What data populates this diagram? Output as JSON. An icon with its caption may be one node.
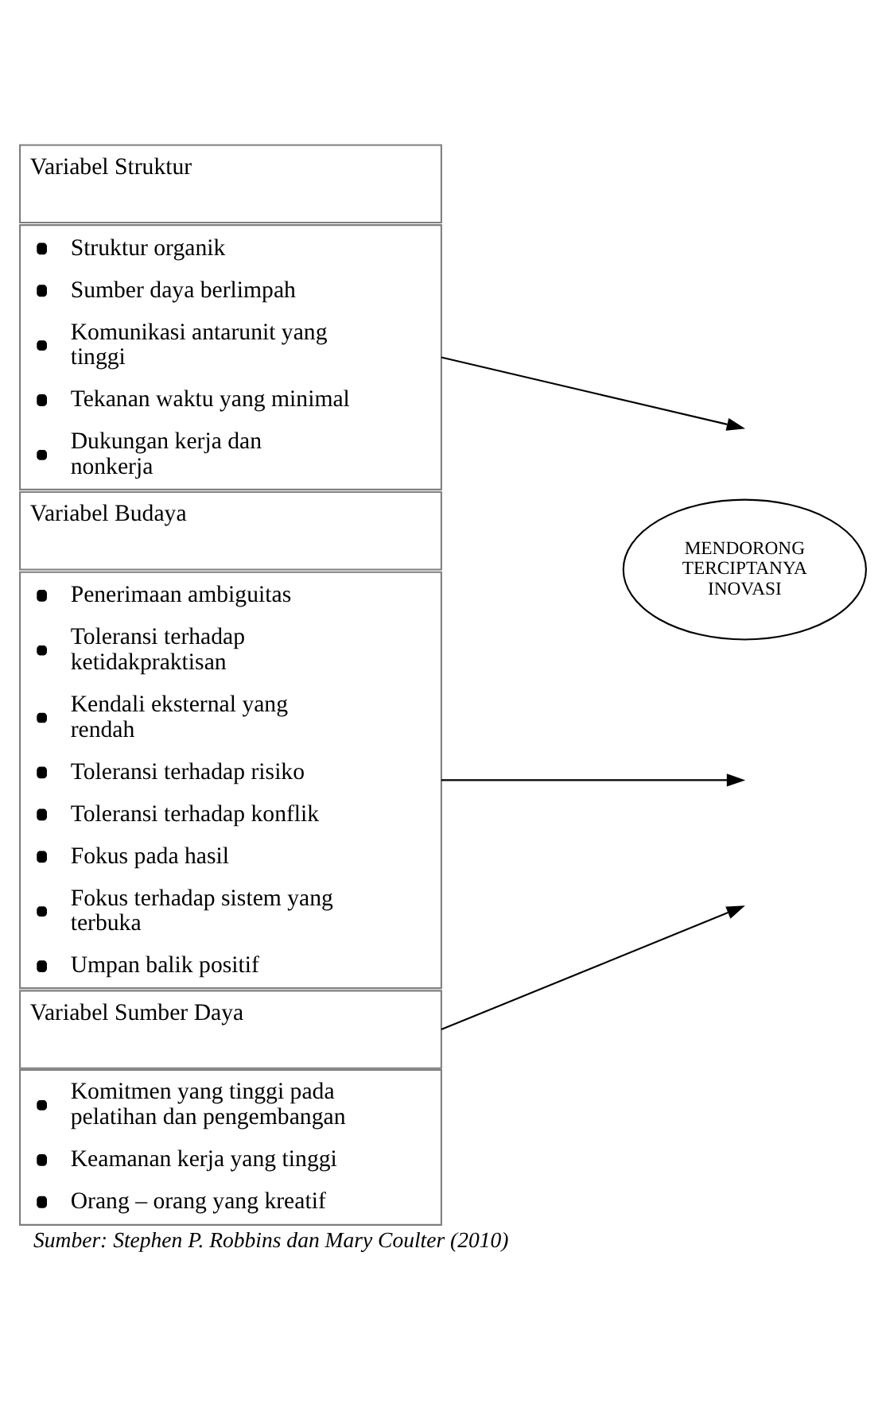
{
  "diagram": {
    "caption": "Sumber: Stephen P. Robbins dan Mary Coulter (2010)",
    "nodes": [
      {
        "text": [
          "Variabel Struktur"
        ]
      },
      {
        "text": [
          "Struktur organik",
          "Sumber daya berlimpah",
          "Komunikasi antarunit yang tinggi",
          "Tekanan waktu yang minimal",
          "Dukungan kerja dan nonkerja"
        ]
      },
      {
        "text": [
          "Variabel Budaya"
        ]
      },
      {
        "text": [
          "Penerimaan ambiguitas",
          "Toleransi terhadap ketidakpraktisan",
          "Kendali eksternal yang rendah",
          "Toleransi terhadap risiko",
          "Toleransi terhadap konflik",
          "Fokus pada hasil",
          "Fokus terhadap sistem yang terbuka",
          "Umpan balik positif"
        ]
      },
      {
        "text": [
          "Variabel Sumber Daya"
        ]
      },
      {
        "text": [
          "Komitmen yang tinggi pada pelatihan dan pengembangan",
          "Keamanan kerja yang tinggi",
          "Orang – orang yang kreatif"
        ]
      },
      {
        "text": [
          "MENDORONG TERCIPTANYA INOVASI"
        ]
      }
    ],
    "edges": [
      {
        "from": 1,
        "to": null,
        "arrow": "to"
      },
      {
        "from": 3,
        "to": null,
        "arrow": "to"
      },
      {
        "from": 4,
        "to": null,
        "arrow": "to"
      }
    ]
  }
}
